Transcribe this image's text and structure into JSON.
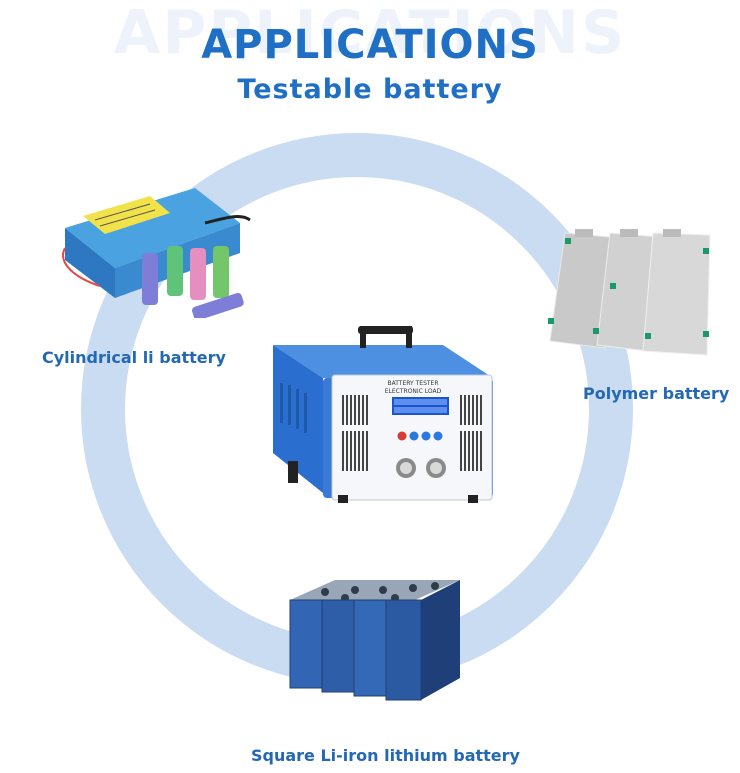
{
  "header": {
    "watermark": "APPLICATIONS",
    "title": "APPLICATIONS",
    "subtitle": "Testable battery"
  },
  "items": {
    "cylindrical": "Cylindrical li battery",
    "polymer": "Polymer battery",
    "square": "Square Li-iron lithium battery"
  },
  "device": {
    "line1": "BATTERY TESTER",
    "line2": "ELECTRONIC LOAD"
  },
  "colors": {
    "brand_blue": "#1f6fc4",
    "ring": "#c9dcf1",
    "device_blue": "#2a6fd0"
  }
}
